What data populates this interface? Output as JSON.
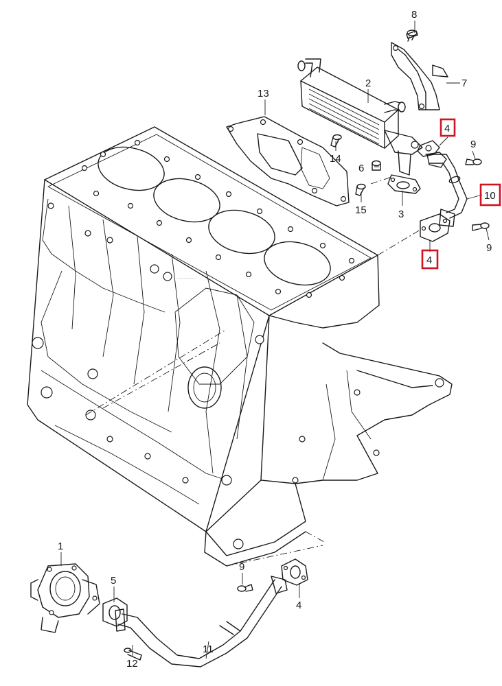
{
  "callouts": {
    "c1": "1",
    "c2": "2",
    "c3": "3",
    "c4_top": "4",
    "c4_mid": "4",
    "c4_bottom": "4",
    "c5": "5",
    "c6": "6",
    "c7": "7",
    "c8": "8",
    "c9_top": "9",
    "c9_mid": "9",
    "c9_bottom": "9",
    "c10": "10",
    "c11": "11",
    "c12": "12",
    "c13": "13",
    "c14": "14",
    "c15": "15"
  },
  "highlighted_callouts": [
    "4",
    "10",
    "4"
  ],
  "colors": {
    "line": "#1a1a1a",
    "highlight": "#d0131f",
    "background": "#ffffff"
  }
}
